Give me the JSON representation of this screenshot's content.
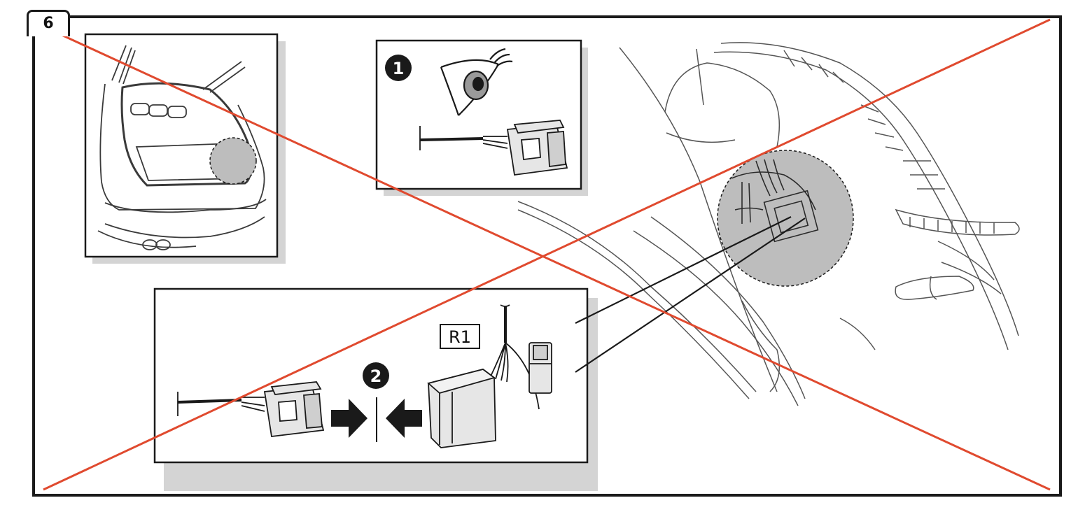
{
  "step": {
    "number": "6"
  },
  "sub_steps": {
    "inspect": "1",
    "connect": "2"
  },
  "connector_label": "R1",
  "colors": {
    "cross": "#e04a2f",
    "frame": "#1a1a1a",
    "shadow": "#d4d4d4",
    "highlight": "#bdbdbd",
    "line": "#2b2b2b"
  },
  "icons": {
    "inspect": "eye-icon",
    "connect": "arrows-icon"
  }
}
